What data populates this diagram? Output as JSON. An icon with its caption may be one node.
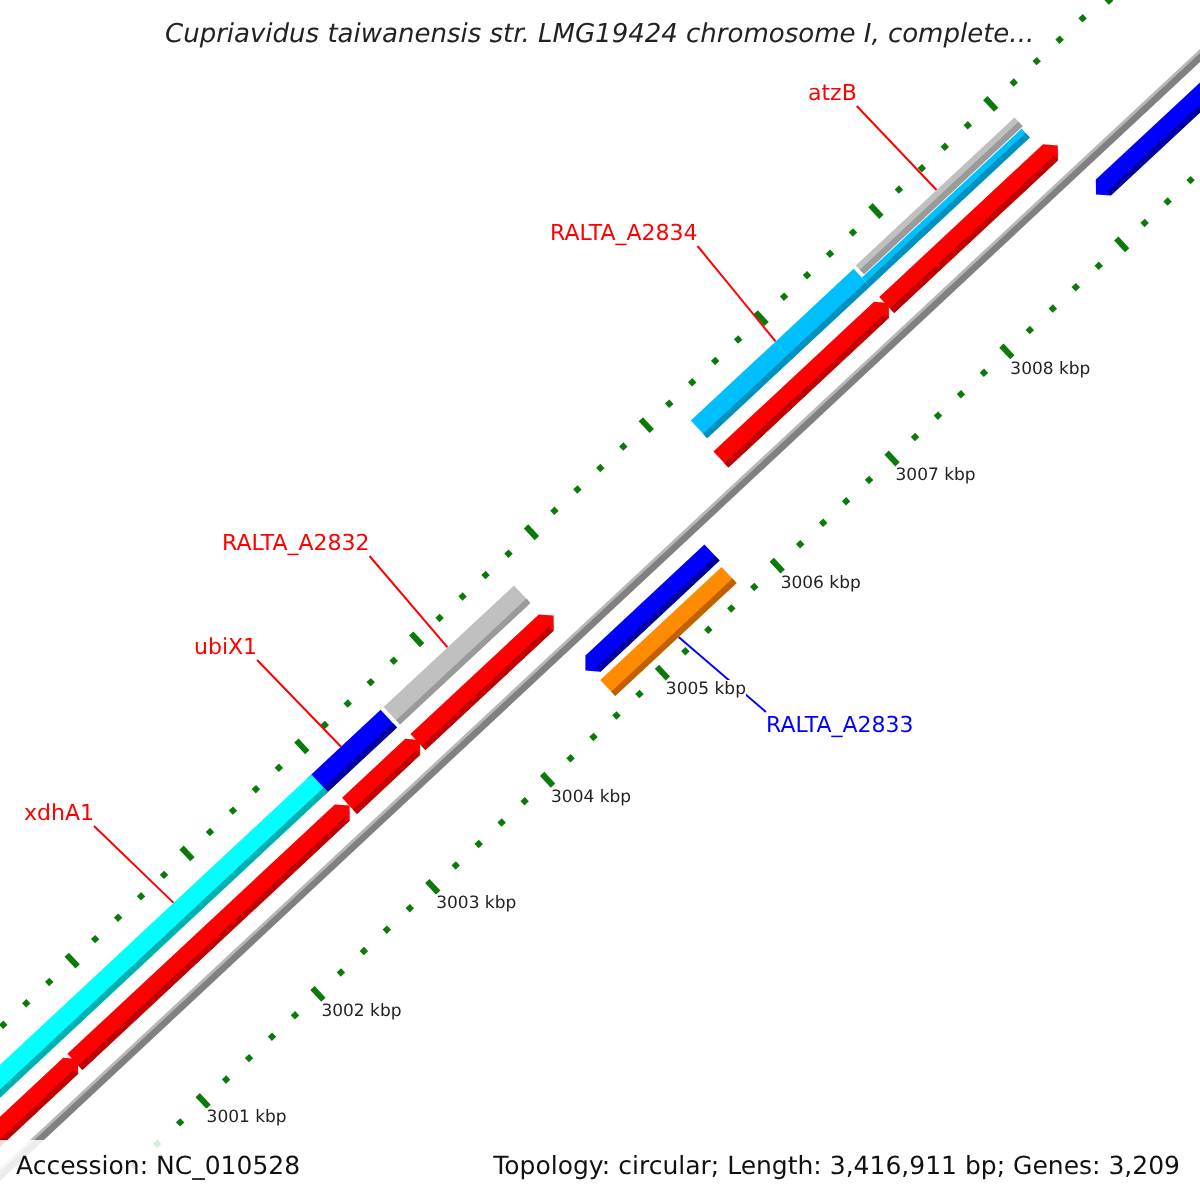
{
  "diagram": {
    "title": "Cupriavidus taiwanensis str. LMG19424 chromosome I, complete...",
    "nodes": [
      {
        "text": [
          "atzB"
        ]
      },
      {
        "text": [],
        "shape": "bar"
      },
      {
        "text": [
          "RALTA_A2834"
        ]
      },
      {
        "text": [],
        "shape": "bar"
      },
      {
        "text": [
          "RALTA_A2832"
        ]
      },
      {
        "text": [],
        "shape": "bar"
      },
      {
        "text": [
          "ubiX1"
        ]
      },
      {
        "text": [],
        "shape": "bar"
      },
      {
        "text": [
          "xdhA1"
        ]
      },
      {
        "text": [],
        "shape": "bar"
      },
      {
        "text": [
          "RALTA_A2833"
        ]
      },
      {
        "text": [],
        "shape": "bar"
      },
      {
        "text": [],
        "shape": "bar"
      }
    ],
    "edges": [
      {
        "from": 0,
        "to": 1,
        "arrow": "none"
      },
      {
        "from": 2,
        "to": 3,
        "arrow": "none"
      },
      {
        "from": 4,
        "to": 5,
        "arrow": "none"
      },
      {
        "from": 6,
        "to": 7,
        "arrow": "none"
      },
      {
        "from": 8,
        "to": 9,
        "arrow": "none"
      },
      {
        "from": 10,
        "to": 11,
        "arrow": "none",
        "color": "#0000ff"
      }
    ],
    "labels": [
      "3001 kbp",
      "3002 kbp",
      "3003 kbp",
      "3004 kbp",
      "3005 kbp",
      "3006 kbp",
      "3007 kbp",
      "3008 kbp",
      "Accession: NC_010528",
      "Topology: circular; Length: 3,416,911 bp; Genes: 3,209"
    ]
  }
}
